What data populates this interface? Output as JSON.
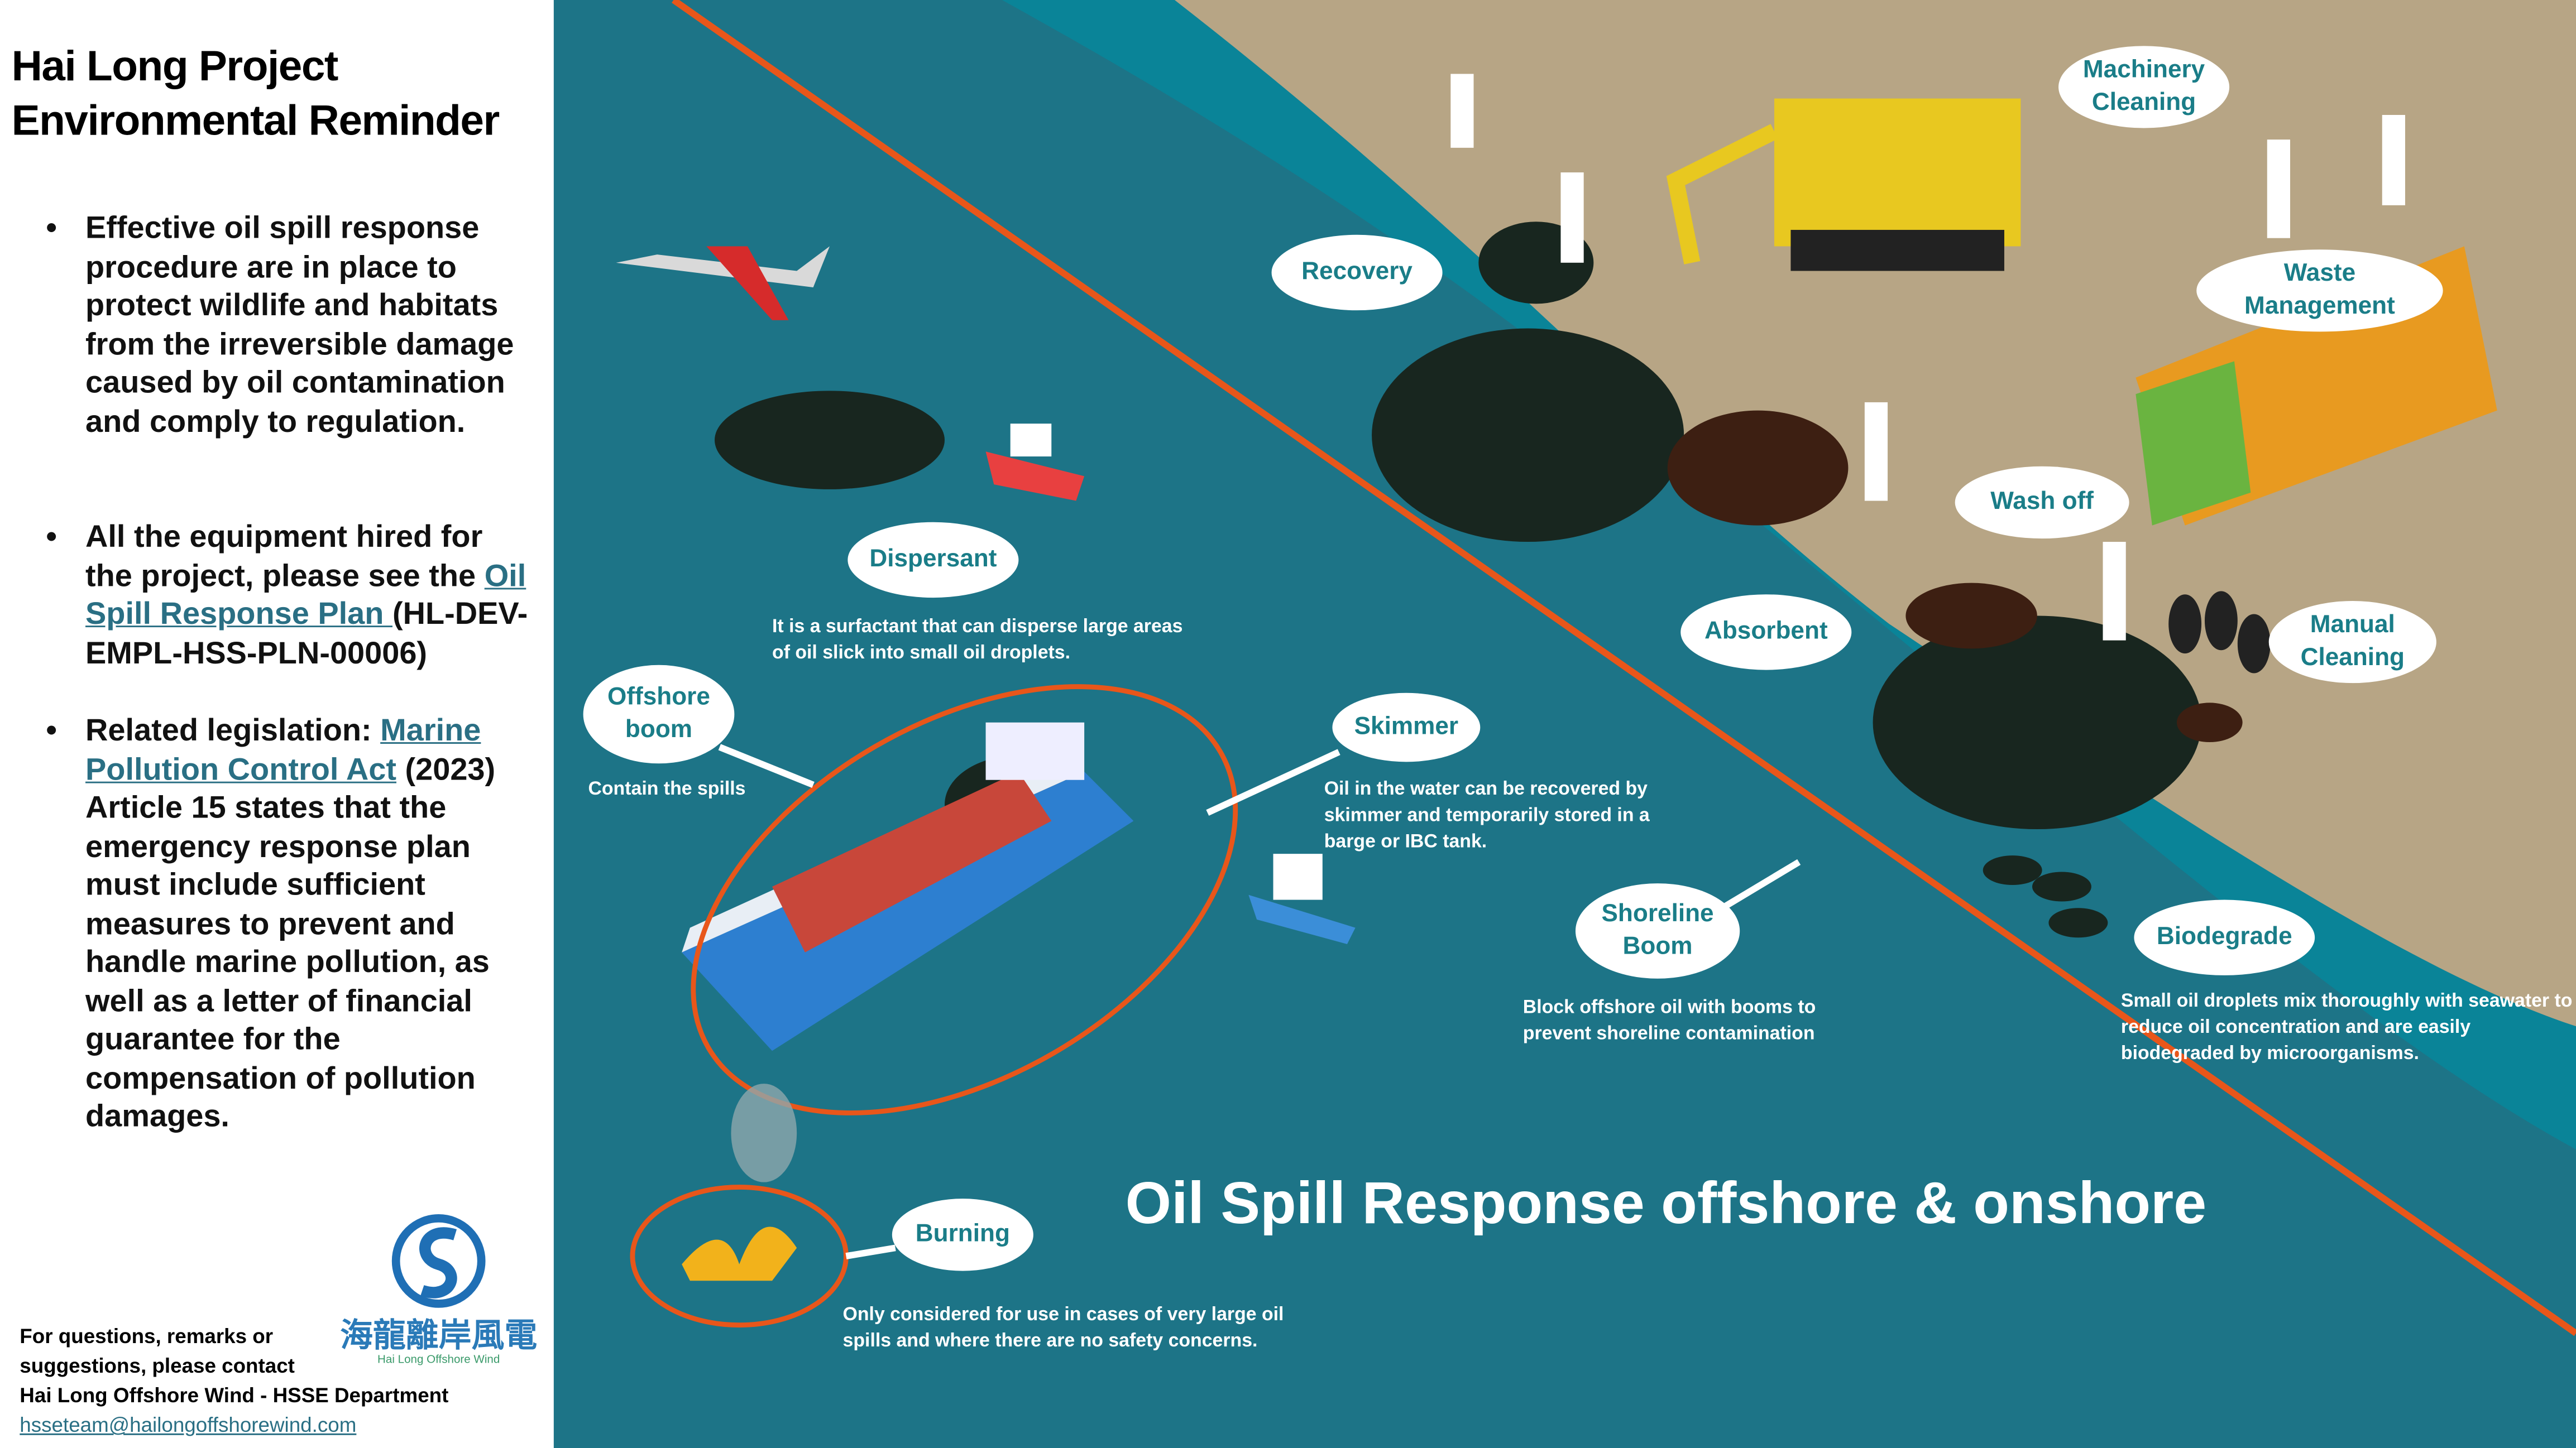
{
  "sidebar": {
    "title_line1": "Hai Long Project",
    "title_line2": "Environmental Reminder",
    "bullet_symbol": "•",
    "bullet1": "Effective oil spill response procedure are in place to protect wildlife and habitats from the irreversible damage caused by oil contamination and comply to regulation.",
    "bullet2_pre": "All the equipment hired for the project, please see the ",
    "bullet2_link": "Oil Spill Response Plan ",
    "bullet2_post": "(HL-DEV-EMPL-HSS-PLN-00006)",
    "bullet3_pre": "Related legislation: ",
    "bullet3_link": "Marine Pollution Control Act",
    "bullet3_post": " (2023) Article 15 states that the emergency response plan must include sufficient measures to prevent and handle marine pollution, as well as a letter of financial guarantee for the compensation of pollution damages.",
    "contact_line1": "For questions, remarks or",
    "contact_line2": "suggestions, please contact",
    "contact_line3": "Hai Long Offshore Wind - HSSE Department",
    "contact_email": "hsseteam@hailongoffshorewind.com",
    "logo_text_cn": "海龍離岸風電",
    "logo_text_en": "Hai Long Offshore Wind"
  },
  "scene": {
    "headline": "Oil Spill Response offshore & onshore",
    "labels": {
      "dispersant": "Dispersant",
      "offshore_boom_1": "Offshore",
      "offshore_boom_2": "boom",
      "skimmer": "Skimmer",
      "burning": "Burning",
      "recovery": "Recovery",
      "absorbent": "Absorbent",
      "shoreline_boom_1": "Shoreline",
      "shoreline_boom_2": "Boom",
      "biodegrade": "Biodegrade",
      "machinery_1": "Machinery",
      "machinery_2": "Cleaning",
      "waste_1": "Waste",
      "waste_2": "Management",
      "wash_off": "Wash off",
      "manual_1": "Manual",
      "manual_2": "Cleaning"
    },
    "descriptions": {
      "dispersant": "It is a surfactant that can disperse large areas of oil slick into small oil droplets.",
      "offshore_boom": "Contain the spills",
      "skimmer": "Oil in the water can be recovered by skimmer and temporarily stored in a barge or IBC tank.",
      "shoreline_boom": "Block offshore oil with booms to prevent shoreline contamination",
      "biodegrade": "Small oil droplets mix thoroughly with seawater to reduce oil concentration and are easily biodegraded by microorganisms.",
      "burning": "Only considered for use in cases of very large oil spills and where there are no safety concerns."
    },
    "colors": {
      "deep_sea": "#1d7487",
      "shallow": "#0a8498",
      "sand": "#b7a585",
      "boom": "#e8561a",
      "label_text": "#1a7d88",
      "oil": "#18261f"
    }
  }
}
